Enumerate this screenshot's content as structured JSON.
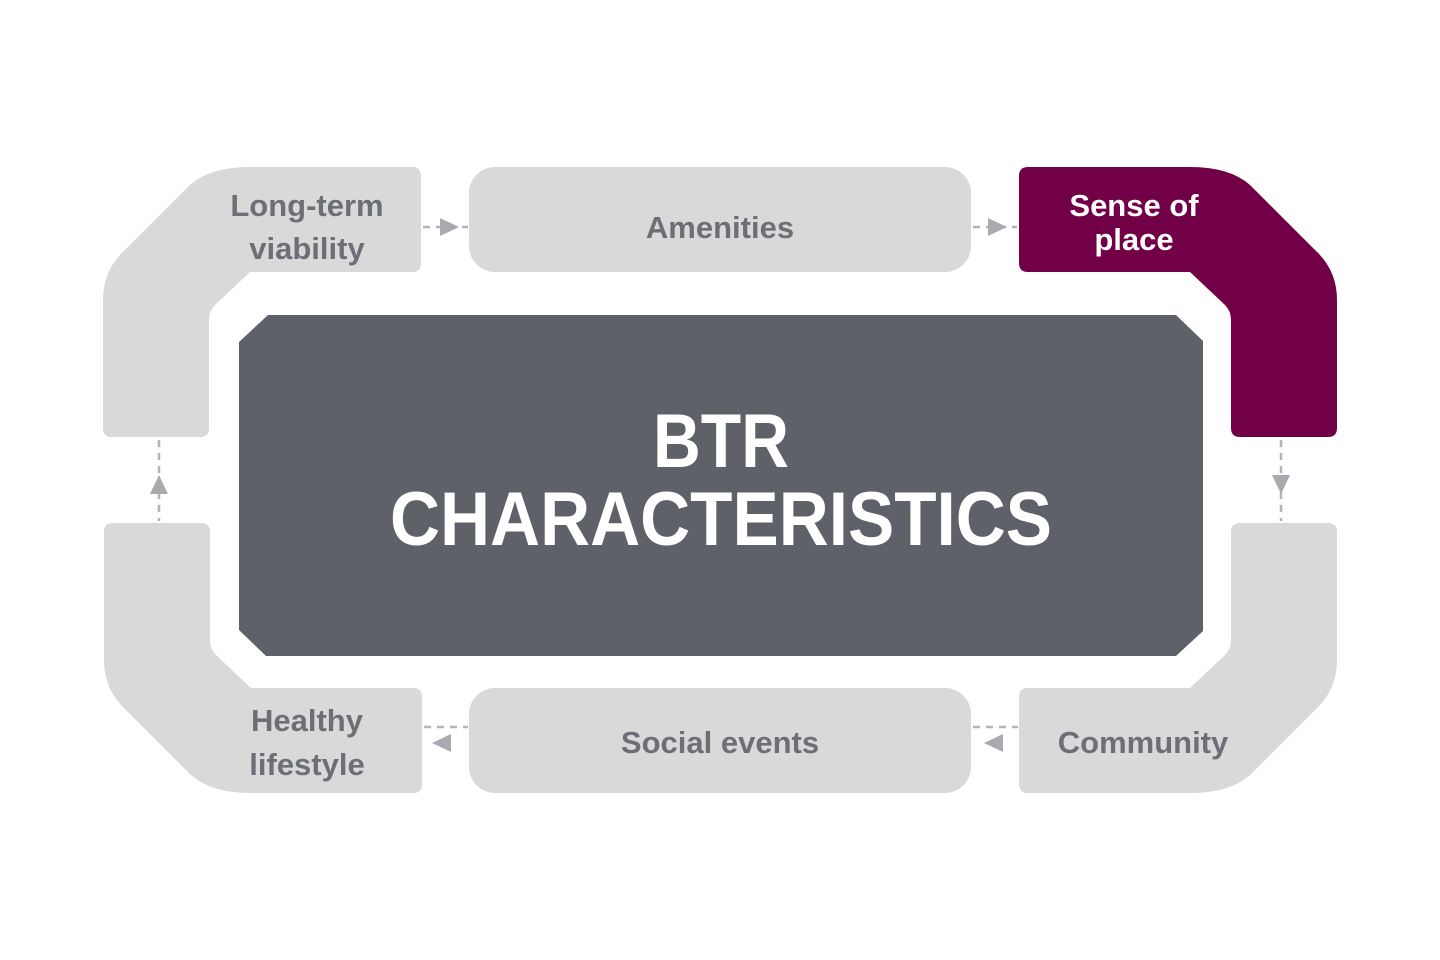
{
  "title": {
    "line1": "BTR",
    "line2": "CHARACTERISTICS"
  },
  "nodes": {
    "long_term": {
      "line1": "Long-term",
      "line2": "viability"
    },
    "amenities": {
      "label": "Amenities"
    },
    "sense_of_place": {
      "line1": "Sense of",
      "line2": "place",
      "highlighted": true
    },
    "community": {
      "label": "Community"
    },
    "social_events": {
      "label": "Social events"
    },
    "healthy": {
      "line1": "Healthy",
      "line2": "lifestyle"
    }
  },
  "flow_order": [
    "Long-term viability",
    "Amenities",
    "Sense of place",
    "Community",
    "Social events",
    "Healthy lifestyle"
  ],
  "colors": {
    "node": "#d9d9d9",
    "node_text": "#6d6f76",
    "highlight": "#720046",
    "center": "#5f6169",
    "arrow": "#a9aaaf"
  }
}
